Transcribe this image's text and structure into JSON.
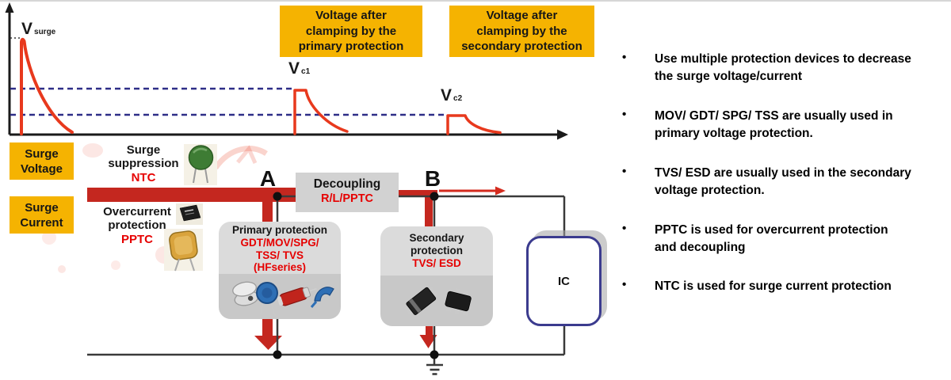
{
  "waveform": {
    "v_surge": {
      "main": "V",
      "sub": "surge"
    },
    "v_c1": {
      "main": "V",
      "sub": "c1"
    },
    "v_c2": {
      "main": "V",
      "sub": "c2"
    }
  },
  "callouts": {
    "primary": {
      "lines": [
        "Voltage after",
        "clamping by the",
        "primary protection"
      ]
    },
    "secondary": {
      "lines": [
        "Voltage after",
        "clamping by the",
        "secondary protection"
      ]
    }
  },
  "side_labels": {
    "surge_voltage": {
      "lines": [
        "Surge",
        "Voltage"
      ]
    },
    "surge_current": {
      "lines": [
        "Surge",
        "Current"
      ]
    }
  },
  "annotations": {
    "surge_suppression": {
      "lines": [
        "Surge",
        "suppression"
      ],
      "device": "NTC"
    },
    "overcurrent_protection": {
      "lines": [
        "Overcurrent",
        "protection"
      ],
      "device": "PPTC"
    }
  },
  "nodes": {
    "a": "A",
    "b": "B"
  },
  "blocks": {
    "decoupling": {
      "title": "Decoupling",
      "detail": "R/L/PPTC"
    },
    "primary": {
      "title": "Primary protection",
      "detail_lines": [
        "GDT/MOV/SPG/",
        "TSS/ TVS",
        "(HFseries)"
      ]
    },
    "secondary": {
      "title_lines": [
        "Secondary",
        "protection"
      ],
      "detail": "TVS/ ESD"
    },
    "ic": {
      "label": "IC"
    }
  },
  "right_panel": {
    "bullet_char": "•",
    "bullets": [
      {
        "lines": [
          "Use multiple protection devices to decrease",
          "the surge voltage/current"
        ]
      },
      {
        "lines": [
          "MOV/ GDT/ SPG/ TSS are usually used in",
          "primary voltage protection."
        ]
      },
      {
        "lines": [
          "TVS/ ESD are usually used in the secondary",
          "voltage protection."
        ]
      },
      {
        "lines": [
          "PPTC is used for overcurrent protection",
          "and decoupling"
        ]
      },
      {
        "lines": [
          "NTC is used for surge current protection"
        ]
      }
    ]
  },
  "icons": {
    "ntc": "ntc-thermistor-icon",
    "pptc_chip": "pptc-chip-icon",
    "pptc_radial": "pptc-radial-icon",
    "primary_components": [
      "gdt-tube-icon",
      "mov-disc-icon",
      "axial-component-icon",
      "blue-component-icon"
    ],
    "secondary_components": [
      "smd-diode-icon",
      "sot23-package-icon"
    ]
  },
  "colors": {
    "callout_yellow": "#F5B301",
    "surge_curve_red": "#E8391D",
    "bus_red": "#C4271F",
    "label_red": "#E60000",
    "dashed_navy": "#2E2E87",
    "box_gray": "#D2D2D2",
    "ic_border_navy": "#3B3B8E"
  }
}
